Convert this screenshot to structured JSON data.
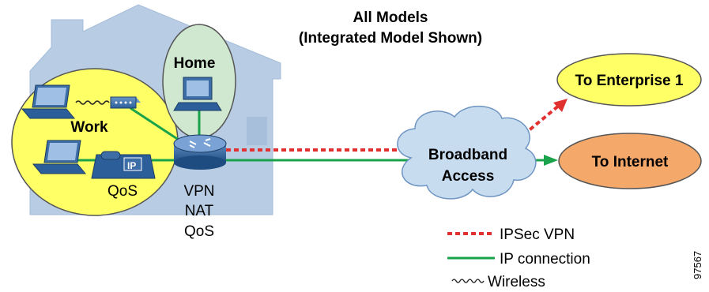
{
  "header": {
    "title_line1": "All Models",
    "title_line2": "(Integrated Model Shown)"
  },
  "zones": {
    "home": "Home",
    "work": "Work",
    "qos": "QoS"
  },
  "router_features": [
    "VPN",
    "NAT",
    "QoS"
  ],
  "phone_badge": "IP",
  "cloud": {
    "line1": "Broadband",
    "line2": "Access"
  },
  "destinations": {
    "enterprise": "To Enterprise 1",
    "internet": "To Internet"
  },
  "legend": {
    "ipsec": "IPSec VPN",
    "ip": "IP connection",
    "wireless": "Wireless"
  },
  "figure_id": "97567",
  "colors": {
    "house": "#b8cde4",
    "work_zone": "#ffff66",
    "home_zone": "#cfe8cf",
    "device": "#2c5f9a",
    "cloud": "#c8dcf0",
    "enterprise": "#ffff66",
    "internet": "#f4a86a",
    "ip_line": "#1aa34a",
    "vpn_line": "#e03030"
  }
}
